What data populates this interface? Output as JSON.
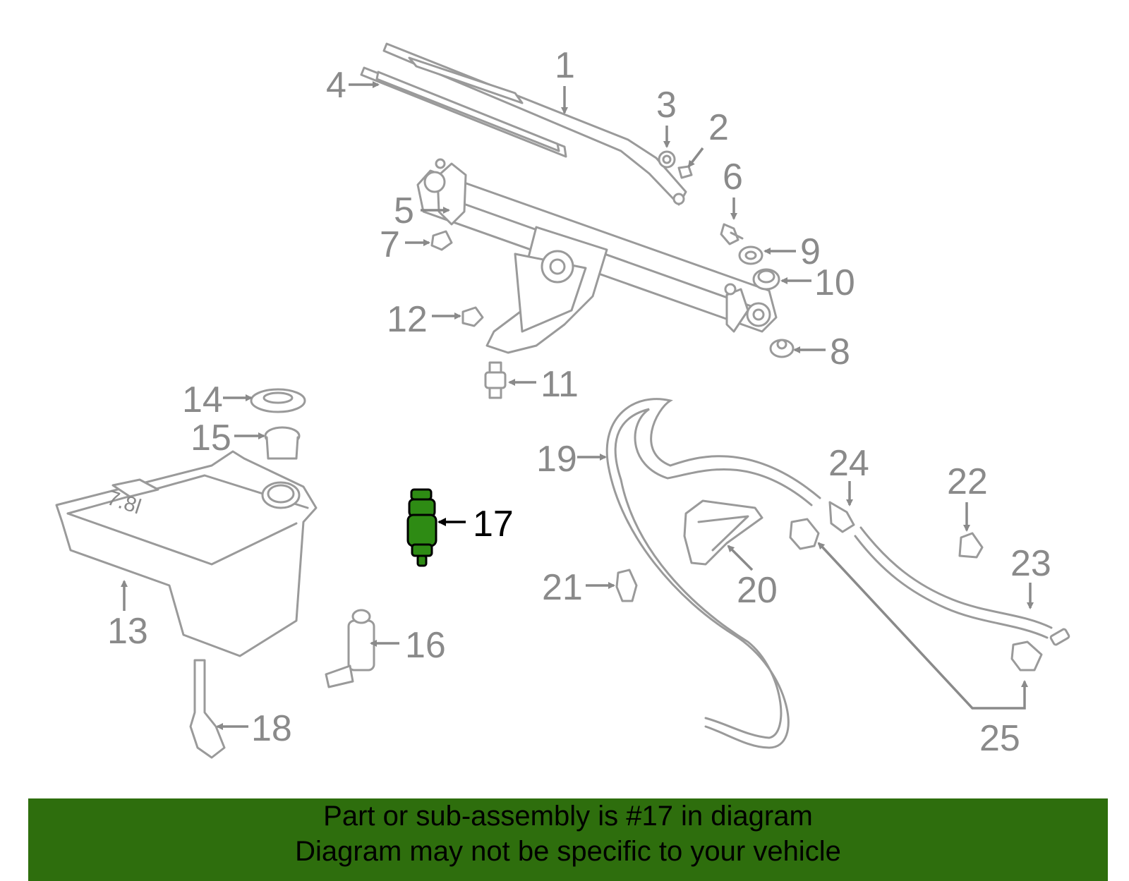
{
  "colors": {
    "banner_bg": "#2e6e0d",
    "part_outline": "#9a9a9a",
    "callout_text": "#8a8a8a",
    "highlight_part_fill": "#2e8b14",
    "highlight_text": "#000000"
  },
  "callouts": {
    "c1": "1",
    "c2": "2",
    "c3": "3",
    "c4": "4",
    "c5": "5",
    "c6": "6",
    "c7": "7",
    "c8": "8",
    "c9": "9",
    "c10": "10",
    "c11": "11",
    "c12": "12",
    "c13": "13",
    "c14": "14",
    "c15": "15",
    "c16": "16",
    "c17": "17",
    "c18": "18",
    "c19": "19",
    "c20": "20",
    "c21": "21",
    "c22": "22",
    "c23": "23",
    "c24": "24",
    "c25": "25"
  },
  "tank_label": "7.8l",
  "highlighted_part": "17",
  "banner": {
    "line1": "Part or sub-assembly is #17 in diagram",
    "line2": "Diagram may not be specific to your vehicle"
  }
}
